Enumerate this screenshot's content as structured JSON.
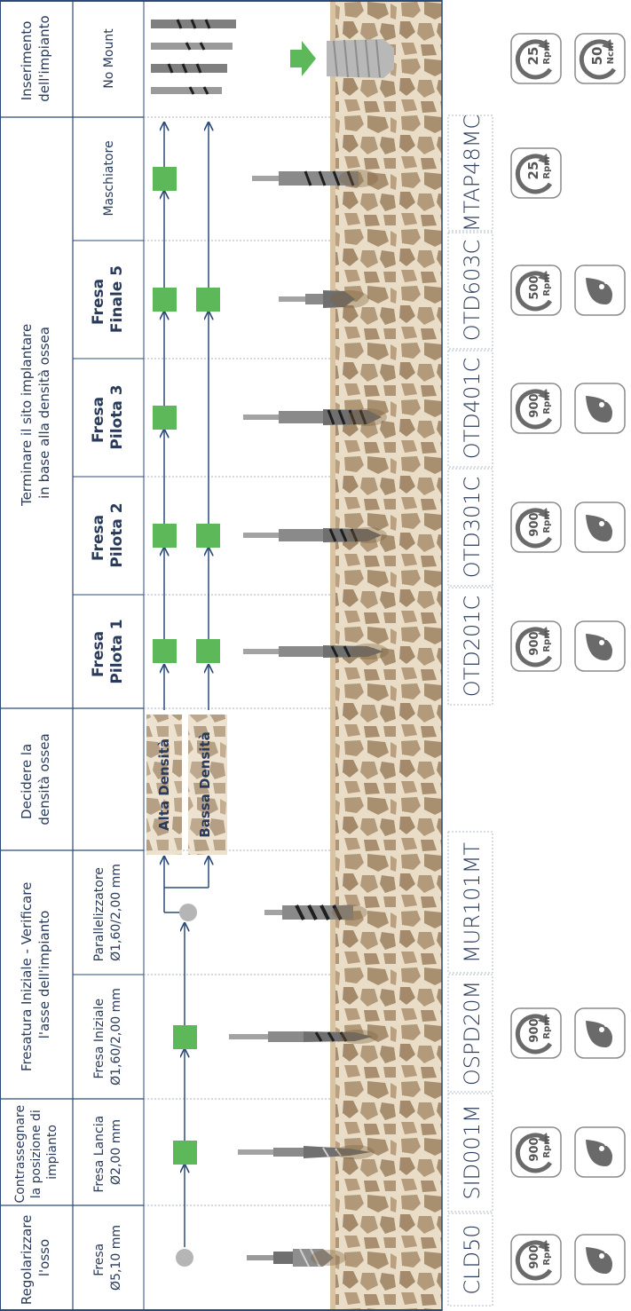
{
  "colors": {
    "border": "#2c4a78",
    "bone_fill": "#e9ddc7",
    "bone_stone": "#b09878",
    "green_step": "#5db85a",
    "grey_dot": "#b5b5b5",
    "badge_stroke": "#8a8a8a",
    "icon_grey": "#6a6a6a"
  },
  "header": {
    "col1": {
      "line1": "Regolarizzare",
      "line2": "l'osso"
    },
    "col2": {
      "line1": "Contrassegnare",
      "line2": "la posizione di",
      "line3": "impianto"
    },
    "col3": {
      "line1": "Fresatura Iniziale - Verificare",
      "line2": "l'asse dell'impianto"
    },
    "col4": {
      "line1": "Decidere la",
      "line2": "densità ossea"
    },
    "col5": {
      "line1": "Terminare il sito implantare",
      "line2": "in base alla densità ossea"
    },
    "col6": {
      "line1": "Inserimento",
      "line2": "dell'impianto"
    }
  },
  "subheader": {
    "fresa_510": {
      "line1": "Fresa",
      "line2": "Ø5,10 mm"
    },
    "fresa_lancia": {
      "line1": "Fresa Lancia",
      "line2": "Ø2,00 mm"
    },
    "fresa_iniziale": {
      "line1": "Fresa Iniziale",
      "line2": "Ø1,60/2,00 mm"
    },
    "parallelizzatore": {
      "line1": "Parallelizzatore",
      "line2": "Ø1,60/2,00 mm"
    },
    "pilota1": {
      "line1": "Fresa",
      "line2": "Pilota 1"
    },
    "pilota2": {
      "line1": "Fresa",
      "line2": "Pilota 2"
    },
    "pilota3": {
      "line1": "Fresa",
      "line2": "Pilota 3"
    },
    "finale5": {
      "line1": "Fresa",
      "line2": "Finale 5"
    },
    "maschiatore": "Maschiatore",
    "no_mount": "No Mount"
  },
  "density": {
    "high": "Alta Densità",
    "low": "Bassa Densità"
  },
  "codes": [
    "CLD50",
    "SID001M",
    "OSPD20M",
    "MUR101MT",
    "OTD201C",
    "OTD301C",
    "OTD401C",
    "OTD603C",
    "MTAP48MC"
  ],
  "badges": {
    "rpm_900": {
      "value": "900",
      "unit": "Rpm"
    },
    "rpm_500": {
      "value": "500",
      "unit": "Rpm"
    },
    "rpm_25": {
      "value": "25",
      "unit": "Rpm"
    },
    "ncm_50": {
      "value": "50",
      "unit": "Ncm"
    },
    "irrigation_icon": "irrigation-drop-icon",
    "rotation_icon": "rotation-arrow-icon"
  }
}
